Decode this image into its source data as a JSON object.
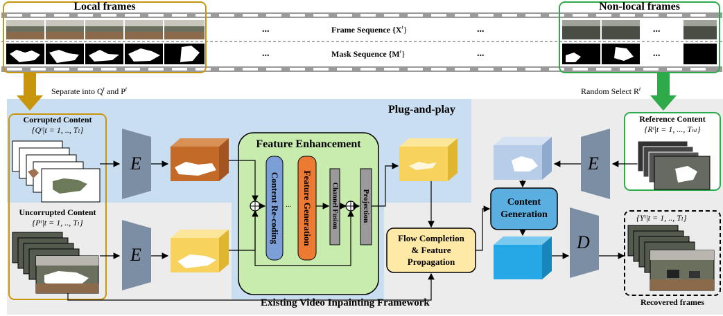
{
  "top": {
    "local_label": "Local frames",
    "nonlocal_label": "Non-local frames",
    "frame_seq_label": "Frame Sequence {X",
    "frame_seq_sup": "t",
    "mask_seq_label": "Mask Sequence {M",
    "mask_seq_sup": "t",
    "ellipsis": "..."
  },
  "arrows": {
    "separate_label": "Separate into Q",
    "separate_mid": " and P",
    "sup_t": "t",
    "random_label": "Random Select R"
  },
  "main": {
    "plug_label": "Plug-and-play",
    "framework_label": "Existing Video Inpainting Framework",
    "corrupted_title": "Corrupted Content",
    "corrupted_set": "{Qᵗ|t = 1, .., Tₗ}",
    "uncorrupted_title": "Uncorrupted Content",
    "uncorrupted_set": "{Pᵗ|t = 1, .., Tₗ}",
    "reference_title": "Reference Content",
    "reference_set": "{Rᵗ|t = 1, ..., Tₙₗ}",
    "recovered_set": "{Yᵗ|t = 1, .., Tₗ}",
    "recovered_label": "Recovered frames",
    "encoder": "E",
    "decoder": "D",
    "feature_enhancement": "Feature Enhancement",
    "content_recoding": "Content Re-coding",
    "feature_generation": "Feature Generation",
    "channel_fusion": "Channel Fusion",
    "projection": "Projection",
    "dots": "...",
    "flow_completion_1": "Flow Completion",
    "flow_completion_2": "& Feature",
    "flow_completion_3": "Propagation",
    "content_generation_1": "Content",
    "content_generation_2": "Generation"
  },
  "colors": {
    "gold": "#c8960c",
    "green": "#2eaa4a",
    "plug_bg": "#c9def0",
    "framework_bg": "#ececec",
    "fe_bg": "#c7ecae",
    "recoding": "#7d9fd8",
    "generation": "#ec7a33",
    "fusion": "#9a9a9a",
    "flow_box": "#ffe9a6",
    "content_gen": "#5aaee0",
    "cube_orange": "#c46a28",
    "cube_yellow": "#f7d25c",
    "cube_blue": "#27a8e6",
    "cube_lightblue": "#b8cde8"
  }
}
